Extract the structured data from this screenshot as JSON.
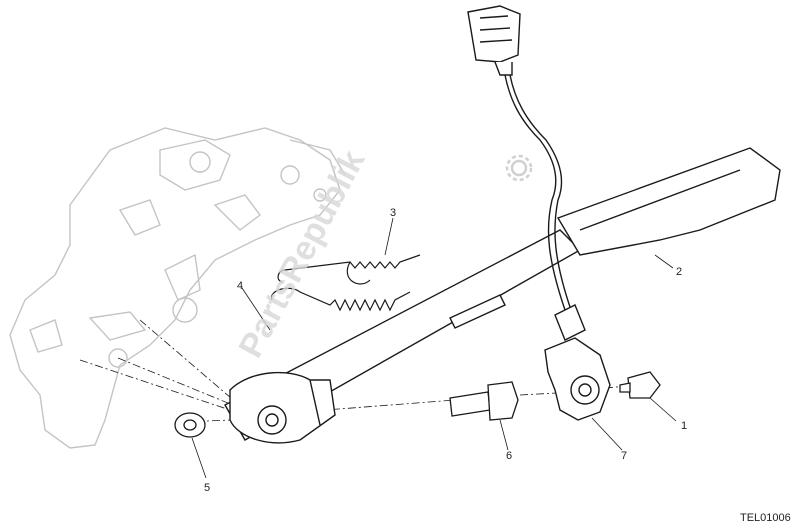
{
  "diagram": {
    "drawing_code": "TEL01006",
    "watermark_text": "PartsRepublik",
    "callouts": [
      {
        "id": "1",
        "label": "1"
      },
      {
        "id": "2",
        "label": "2"
      },
      {
        "id": "3",
        "label": "3"
      },
      {
        "id": "4",
        "label": "4"
      },
      {
        "id": "5",
        "label": "5"
      },
      {
        "id": "6",
        "label": "6"
      },
      {
        "id": "7",
        "label": "7"
      }
    ],
    "colors": {
      "line": "#1a1a1a",
      "frame_ghost": "#c4c4c4",
      "watermark": "#d8d8d8"
    }
  }
}
